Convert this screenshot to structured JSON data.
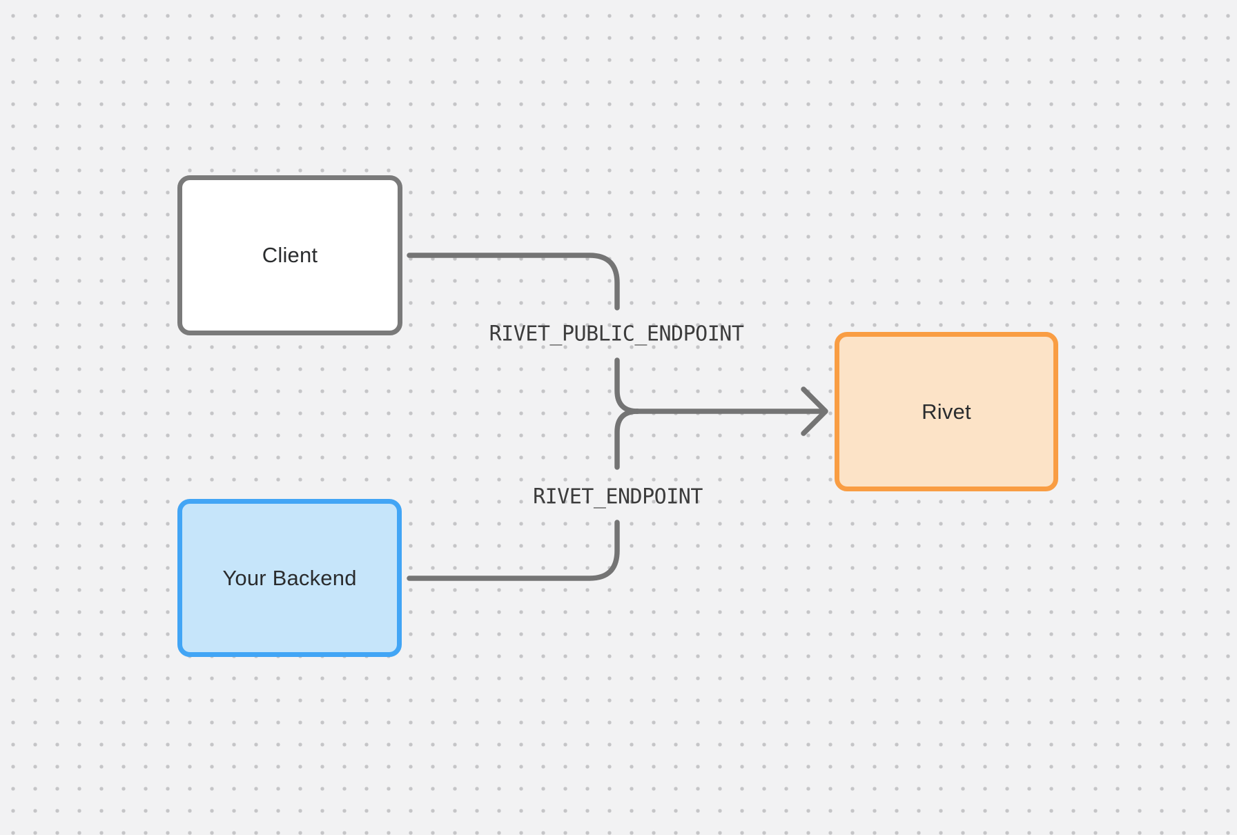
{
  "diagram": {
    "nodes": [
      {
        "id": "client",
        "label": "Client"
      },
      {
        "id": "backend",
        "label": "Your Backend"
      },
      {
        "id": "rivet",
        "label": "Rivet"
      }
    ],
    "edges": [
      {
        "id": "client-to-rivet",
        "from": "client",
        "to": "rivet",
        "label": "RIVET_PUBLIC_ENDPOINT"
      },
      {
        "id": "backend-to-rivet",
        "from": "backend",
        "to": "rivet",
        "label": "RIVET_ENDPOINT"
      }
    ]
  },
  "colors": {
    "canvas-bg": "#f2f2f3",
    "dot-color": "#c5c5c7",
    "edge-color": "#747474",
    "edge-label-color": "#3c3c3c",
    "node-text": "#2a2c2e",
    "client-fill": "#ffffff",
    "client-border": "#7a7a7a",
    "backend-fill": "#c6e5fa",
    "backend-border": "#42a5f5",
    "rivet-fill": "#fce3c7",
    "rivet-border": "#f99d43"
  }
}
